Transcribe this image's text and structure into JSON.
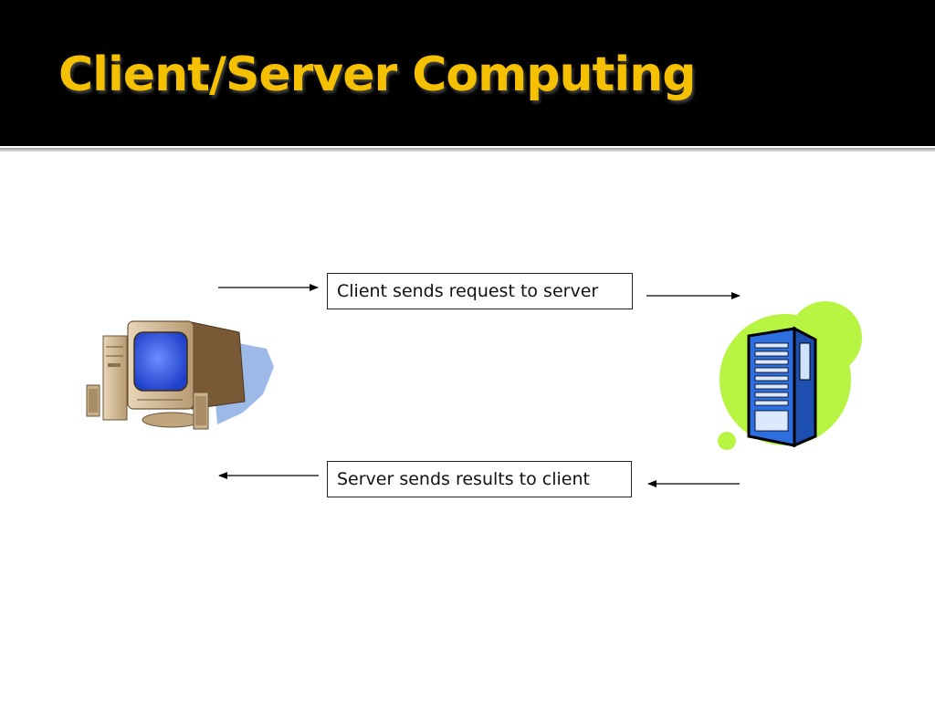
{
  "slide": {
    "title": "Client/Server Computing",
    "title_color": "#f5c000",
    "header_background": "#000000"
  },
  "diagram": {
    "client": {
      "icon": "desktop-computer-icon"
    },
    "server": {
      "icon": "server-tower-icon",
      "accent_color": "#b7f542"
    },
    "request_message": "Client sends request to server",
    "response_message": "Server sends results to client"
  }
}
